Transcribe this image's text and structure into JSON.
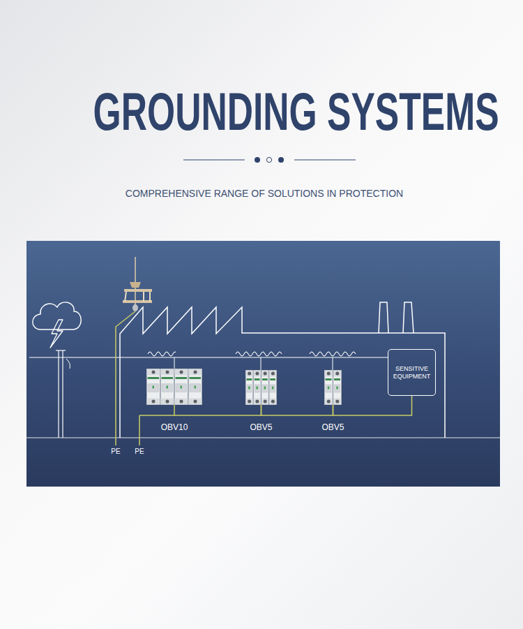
{
  "diagram": {
    "title": "GROUNDING SYSTEMS",
    "caption": "COMPREHENSIVE RANGE OF SOLUTIONS IN PROTECTION",
    "nodes": [
      {
        "text": [
          "OBV10"
        ]
      },
      {
        "text": [
          "OBV5"
        ]
      },
      {
        "text": [
          "OBV5"
        ]
      },
      {
        "text": [
          "SENSITIVE EQUIPMENT"
        ]
      }
    ],
    "edges": [
      {
        "from": 0,
        "to": 1,
        "arrow": "none"
      },
      {
        "from": 1,
        "to": 2,
        "arrow": "none"
      },
      {
        "from": 2,
        "to": 3,
        "arrow": "none"
      }
    ],
    "labels": [
      "PE",
      "PE"
    ]
  }
}
